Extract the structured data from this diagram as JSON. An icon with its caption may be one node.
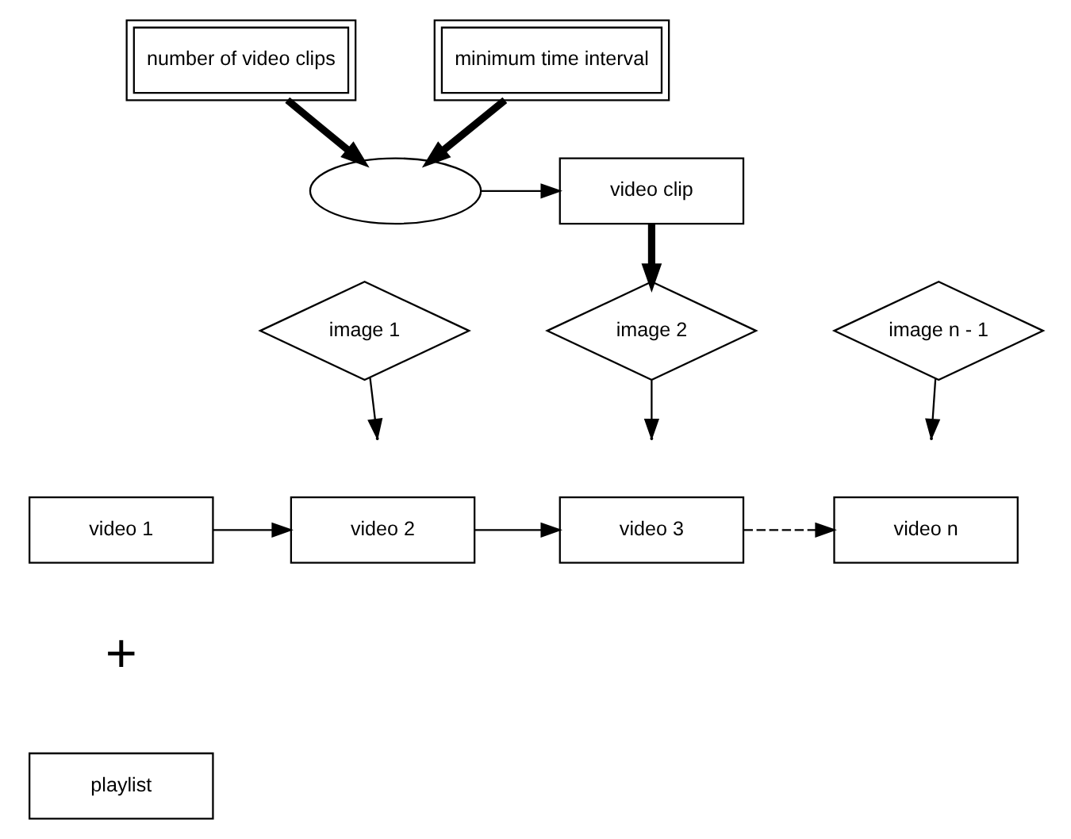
{
  "diagram": {
    "nodes": [
      {
        "text": [
          "number of video clips"
        ]
      },
      {
        "text": [
          "minimum time interval"
        ]
      },
      {
        "text": [],
        "shape": "ellipse"
      },
      {
        "text": [
          "video clip"
        ]
      },
      {
        "text": [
          "image 1"
        ]
      },
      {
        "text": [
          "image 2"
        ]
      },
      {
        "text": [
          "image n - 1"
        ]
      },
      {
        "text": [
          "video 1"
        ]
      },
      {
        "text": [
          "video 2"
        ]
      },
      {
        "text": [
          "video 3"
        ]
      },
      {
        "text": [
          "video n"
        ]
      },
      {
        "text": [
          "playlist"
        ]
      }
    ],
    "edges": [
      {
        "from": 0,
        "to": 2,
        "arrow": "to",
        "style": "thick"
      },
      {
        "from": 1,
        "to": 2,
        "arrow": "to",
        "style": "thick"
      },
      {
        "from": 2,
        "to": 3,
        "arrow": "to"
      },
      {
        "from": 3,
        "to": 5,
        "arrow": "to",
        "style": "thick"
      },
      {
        "from": 4,
        "to": null,
        "arrow": "to"
      },
      {
        "from": 5,
        "to": null,
        "arrow": "to"
      },
      {
        "from": 6,
        "to": null,
        "arrow": "to"
      },
      {
        "from": 7,
        "to": 8,
        "arrow": "to"
      },
      {
        "from": 8,
        "to": 9,
        "arrow": "to"
      },
      {
        "from": 9,
        "to": 10,
        "arrow": "to",
        "style": "dashed"
      }
    ],
    "labels": [
      "+"
    ]
  }
}
